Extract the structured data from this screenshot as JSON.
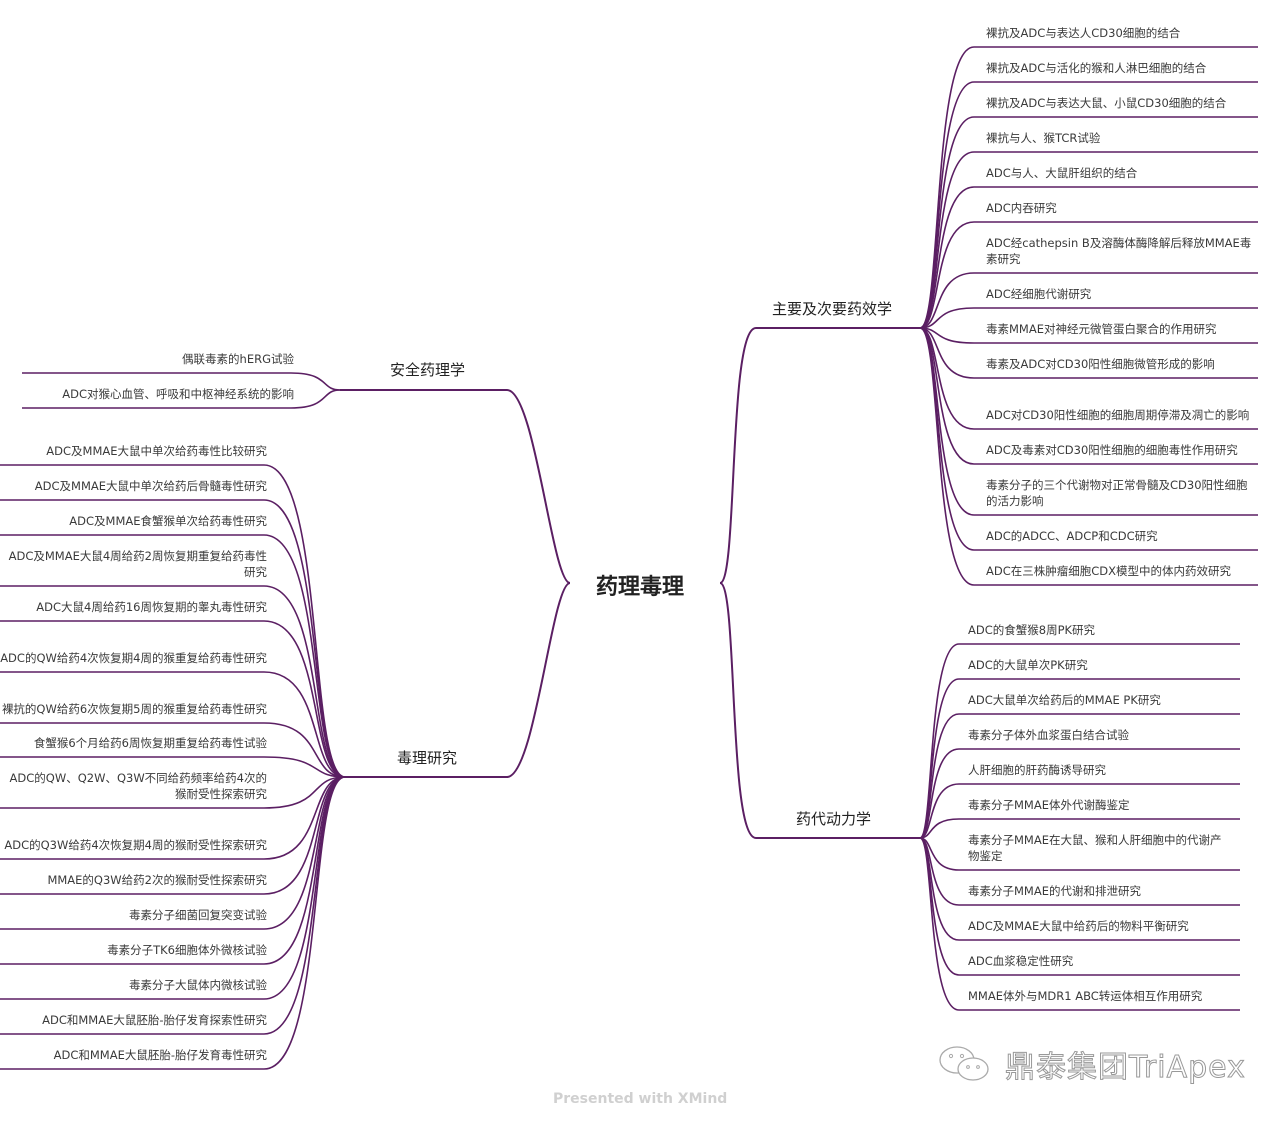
{
  "root": {
    "label": "药理毒理"
  },
  "branches": {
    "efficacy": {
      "label": "主要及次要药效学",
      "children": [
        "裸抗及ADC与表达人CD30细胞的结合",
        "裸抗及ADC与活化的猴和人淋巴细胞的结合",
        "裸抗及ADC与表达大鼠、小鼠CD30细胞的结合",
        "裸抗与人、猴TCR试验",
        "ADC与人、大鼠肝组织的结合",
        "ADC内吞研究",
        "ADC经cathepsin B及溶酶体酶降解后释放MMAE毒素研究",
        "ADC经细胞代谢研究",
        "毒素MMAE对神经元微管蛋白聚合的作用研究",
        "毒素及ADC对CD30阳性细胞微管形成的影响",
        "ADC对CD30阳性细胞的细胞周期停滞及凋亡的影响",
        "ADC及毒素对CD30阳性细胞的细胞毒性作用研究",
        "毒素分子的三个代谢物对正常骨髓及CD30阳性细胞的活力影响",
        "ADC的ADCC、ADCP和CDC研究",
        "ADC在三株肿瘤细胞CDX模型中的体内药效研究"
      ]
    },
    "pk": {
      "label": "药代动力学",
      "children": [
        "ADC的食蟹猴8周PK研究",
        "ADC的大鼠单次PK研究",
        "ADC大鼠单次给药后的MMAE PK研究",
        "毒素分子体外血浆蛋白结合试验",
        "人肝细胞的肝药酶诱导研究",
        "毒素分子MMAE体外代谢酶鉴定",
        "毒素分子MMAE在大鼠、猴和人肝细胞中的代谢产物鉴定",
        "毒素分子MMAE的代谢和排泄研究",
        "ADC及MMAE大鼠中给药后的物料平衡研究",
        "ADC血浆稳定性研究",
        "MMAE体外与MDR1 ABC转运体相互作用研究"
      ]
    },
    "safety": {
      "label": "安全药理学",
      "children": [
        "偶联毒素的hERG试验",
        "ADC对猴心血管、呼吸和中枢神经系统的影响"
      ]
    },
    "tox": {
      "label": "毒理研究",
      "children": [
        "ADC及MMAE大鼠中单次给药毒性比较研究",
        "ADC及MMAE大鼠中单次给药后骨髓毒性研究",
        "ADC及MMAE食蟹猴单次给药毒性研究",
        "ADC及MMAE大鼠4周给药2周恢复期重复给药毒性研究",
        "ADC大鼠4周给药16周恢复期的睾丸毒性研究",
        "ADC的QW给药4次恢复期4周的猴重复给药毒性研究",
        "裸抗的QW给药6次恢复期5周的猴重复给药毒性研究",
        "食蟹猴6个月给药6周恢复期重复给药毒性试验",
        "ADC的QW、Q2W、Q3W不同给药频率给药4次的猴耐受性探索研究",
        "ADC的Q3W给药4次恢复期4周的猴耐受性探索研究",
        "MMAE的Q3W给药2次的猴耐受性探索研究",
        "毒素分子细菌回复突变试验",
        "毒素分子TK6细胞体外微核试验",
        "毒素分子大鼠体内微核试验",
        "ADC和MMAE大鼠胚胎-胎仔发育探索性研究",
        "ADC和MMAE大鼠胚胎-胎仔发育毒性研究"
      ]
    }
  },
  "footer": "Presented with XMind",
  "watermark": "鼎泰集团TriApex",
  "colors": {
    "line": "#5b1f63"
  }
}
